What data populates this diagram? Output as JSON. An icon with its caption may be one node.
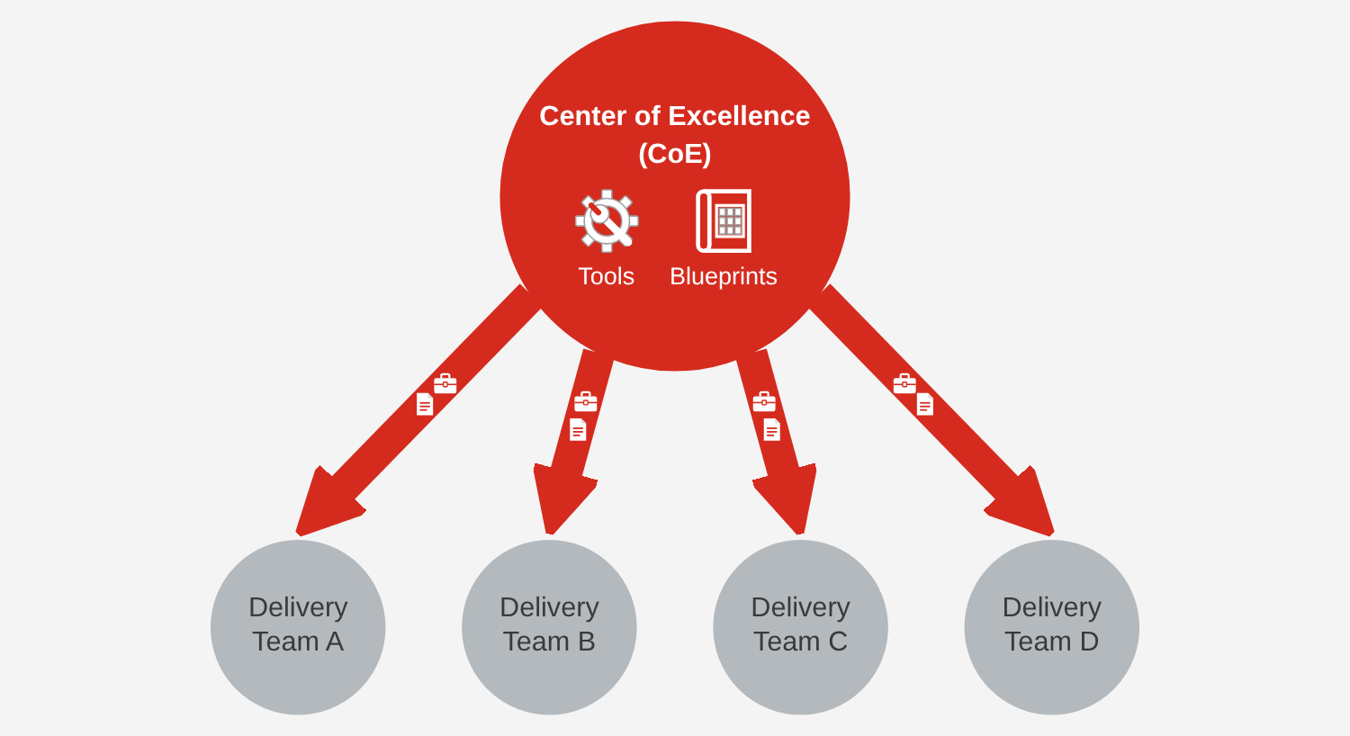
{
  "diagram": {
    "nodes": [
      {
        "text": [
          "Delivery Team A"
        ]
      },
      {
        "text": [
          "Delivery Team B"
        ]
      },
      {
        "text": [
          "Center of Excellence (CoE)",
          "Tools",
          "Blueprints"
        ]
      },
      {
        "text": [
          "Delivery Team C"
        ]
      },
      {
        "text": [
          "Delivery Team D"
        ]
      }
    ],
    "edges": [
      {
        "from": 2,
        "to": 0,
        "arrow": "to"
      },
      {
        "from": 2,
        "to": 1,
        "arrow": "to"
      },
      {
        "from": 2,
        "to": 3,
        "arrow": "to"
      },
      {
        "from": 2,
        "to": 4,
        "arrow": "to"
      }
    ]
  }
}
